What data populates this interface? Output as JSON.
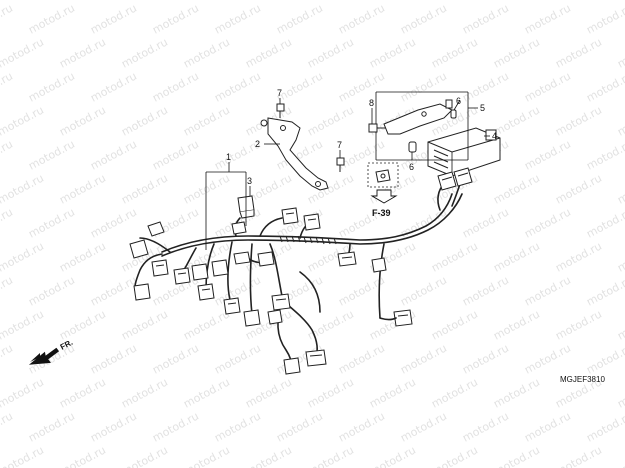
{
  "watermark": {
    "text": "motod.ru"
  },
  "callouts": {
    "c1": "1",
    "c2": "2",
    "c3": "3",
    "c4": "4",
    "c5": "5",
    "c6a": "6",
    "c6b": "6",
    "c7a": "7",
    "c7b": "7",
    "c8": "8"
  },
  "reference": {
    "label": "F-39"
  },
  "direction": {
    "label": "FR."
  },
  "diagram_code": "MGJEF3810"
}
